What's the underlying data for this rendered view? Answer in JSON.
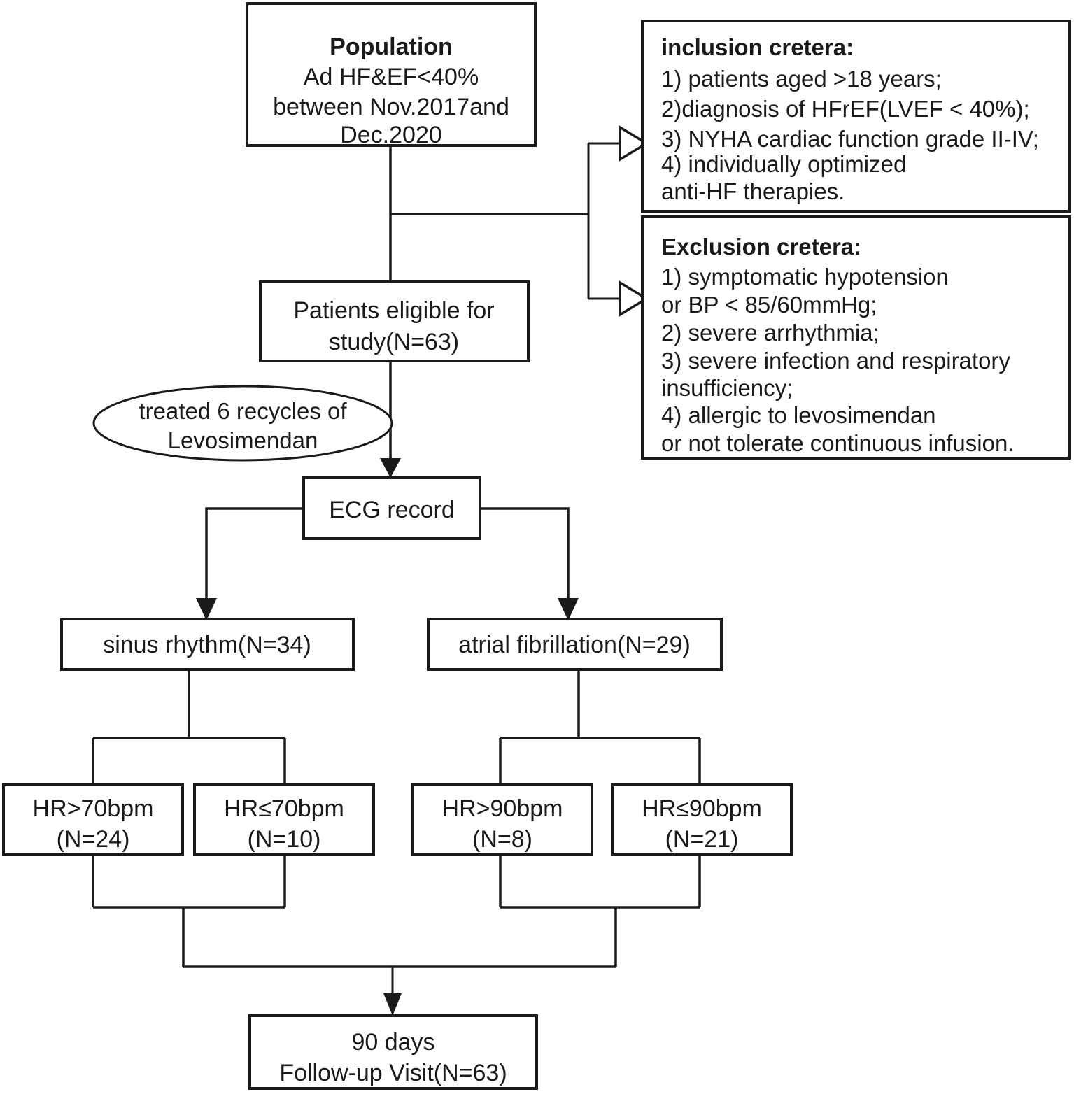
{
  "diagram": {
    "title": "Study flow diagram",
    "colors": {
      "stroke": "#1a1a1a",
      "fill": "#ffffff",
      "text": "#1a1a1a"
    },
    "nodes": {
      "population": {
        "shape": "rect",
        "lines": [
          "Population",
          "Ad HF&EF<40%",
          "between Nov.2017and",
          "Dec.2020"
        ]
      },
      "inclusion": {
        "shape": "rect",
        "lines": [
          "inclusion cretera:",
          "1) patients aged  >18 years;",
          "2)diagnosis of HFrEF(LVEF < 40%);",
          "3) NYHA cardiac function grade II-IV;",
          "4) individually optimized",
          "anti-HF therapies."
        ]
      },
      "exclusion": {
        "shape": "rect",
        "lines": [
          "Exclusion cretera:",
          "1)  symptomatic hypotension",
          "or BP < 85/60mmHg;",
          "2)  severe arrhythmia;",
          "3)  severe infection and respiratory",
          "insufficiency;",
          "4)  allergic to levosimendan",
          "or not tolerate continuous infusion."
        ]
      },
      "eligible": {
        "shape": "rect",
        "lines": [
          "Patients eligible for",
          "study(N=63)"
        ]
      },
      "treatment": {
        "shape": "ellipse",
        "lines": [
          "treated 6 recycles of",
          "Levosimendan"
        ]
      },
      "ecg": {
        "shape": "rect",
        "lines": [
          "ECG record"
        ]
      },
      "sinus": {
        "shape": "rect",
        "lines": [
          "sinus rhythm(N=34)"
        ]
      },
      "afib": {
        "shape": "rect",
        "lines": [
          "atrial fibrillation(N=29)"
        ]
      },
      "hr_gt70": {
        "shape": "rect",
        "lines": [
          "HR>70bpm",
          "(N=24)"
        ]
      },
      "hr_le70": {
        "shape": "rect",
        "lines": [
          "HR≤70bpm",
          "(N=10)"
        ]
      },
      "hr_gt90": {
        "shape": "rect",
        "lines": [
          "HR>90bpm",
          "(N=8)"
        ]
      },
      "hr_le90": {
        "shape": "rect",
        "lines": [
          "HR≤90bpm",
          "(N=21)"
        ]
      },
      "followup": {
        "shape": "rect",
        "lines": [
          "90 days",
          "Follow-up Visit(N=63)"
        ]
      }
    }
  }
}
